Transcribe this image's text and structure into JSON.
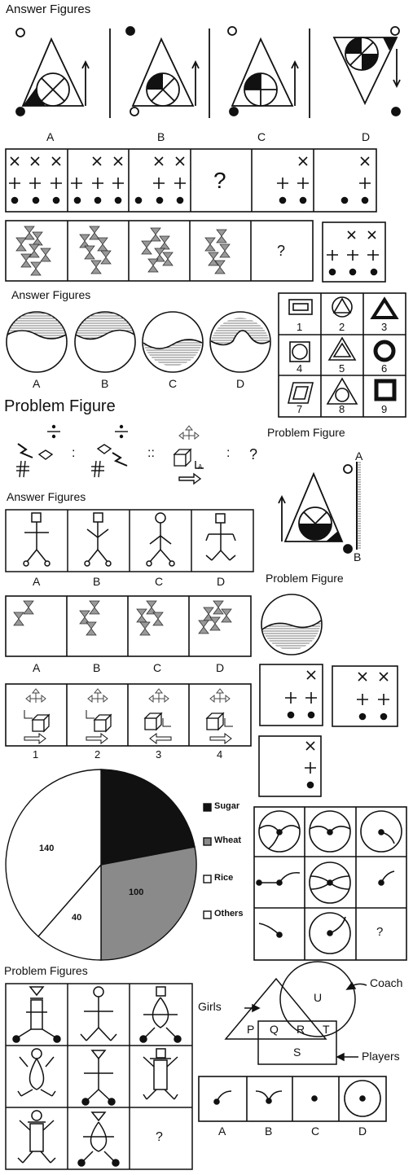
{
  "headings": {
    "answer_figures_1": "Answer Figures",
    "answer_figures_2": "Answer Figures",
    "answer_figures_3": "Answer Figures",
    "problem_figure_1": "Problem Figure",
    "problem_figure_2": "Problem Figure",
    "problem_figure_3": "Problem Figure",
    "problem_figures": "Problem Figures"
  },
  "triangle_options": [
    "A",
    "B",
    "C",
    "D"
  ],
  "series_question": "?",
  "tiles_question": "?",
  "circle_options": [
    "A",
    "B",
    "C",
    "D"
  ],
  "shape_grid_numbers": [
    "1",
    "2",
    "3",
    "4",
    "5",
    "6",
    "7",
    "8",
    "9"
  ],
  "analogy": {
    "colon1": ":",
    "colon2": "::",
    "colon3": ":",
    "question": "?"
  },
  "mirror_labels": {
    "top": "A",
    "bottom": "B"
  },
  "stick_options": [
    "A",
    "B",
    "C",
    "D"
  ],
  "hourglass_options": [
    "A",
    "B",
    "C",
    "D"
  ],
  "cube_options": [
    "1",
    "2",
    "3",
    "4"
  ],
  "pie": {
    "legend": [
      "Sugar",
      "Wheat",
      "Rice",
      "Others"
    ],
    "values": {
      "rice": "140",
      "others": "40",
      "wheat": "100"
    }
  },
  "arc_grid_question": "?",
  "doll_grid_question": "?",
  "venn": {
    "girls": "Girls",
    "coach": "Coach",
    "players": "Players",
    "regions": [
      "U",
      "P",
      "Q",
      "R",
      "T",
      "S"
    ]
  },
  "arc_options": [
    "A",
    "B",
    "C",
    "D"
  ]
}
